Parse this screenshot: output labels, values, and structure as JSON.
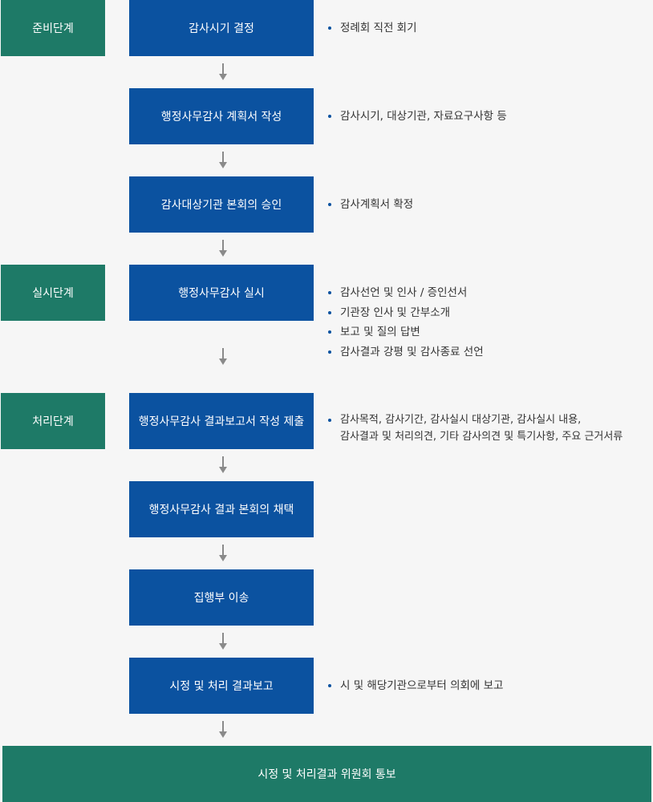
{
  "stages": [
    {
      "label": "준비단계"
    },
    {
      "label": "실시단계"
    },
    {
      "label": "처리단계"
    }
  ],
  "steps": [
    {
      "label": "감사시기 결정"
    },
    {
      "label": "행정사무감사 계획서 작성"
    },
    {
      "label": "감사대상기관 본회의 승인"
    },
    {
      "label": "행정사무감사 실시"
    },
    {
      "label": "행정사무감사 결과보고서 작성 제출"
    },
    {
      "label": "행정사무감사 결과 본회의 채택"
    },
    {
      "label": "집행부 이송"
    },
    {
      "label": "시정 및 처리 결과보고"
    }
  ],
  "notes": [
    {
      "items": [
        "정례회 직전 회기"
      ]
    },
    {
      "items": [
        "감사시기, 대상기관, 자료요구사항 등"
      ]
    },
    {
      "items": [
        "감사계획서 확정"
      ]
    },
    {
      "items": [
        "감사선언 및 인사 / 증인선서",
        "기관장 인사 및 간부소개",
        "보고 및 질의 답변",
        "감사결과 강평 및 감사종료 선언"
      ]
    },
    {
      "items": [
        "감사목적, 감사기간, 감사실시 대상기관, 감사실시 내용,",
        "감사결과 및 처리의견, 기타 감사의견 및 특기사항, 주요 근거서류"
      ]
    },
    {
      "items": [
        "시 및 해당기관으로부터 의회에 보고"
      ]
    }
  ],
  "final": {
    "label": "시정 및 처리결과 위원회 통보"
  },
  "colors": {
    "stage_green": "#1e7a67",
    "step_blue": "#0b52a0",
    "background": "#f6f6f6",
    "arrow_gray": "#8a8a8a",
    "bullet_blue": "#0b52a0"
  }
}
